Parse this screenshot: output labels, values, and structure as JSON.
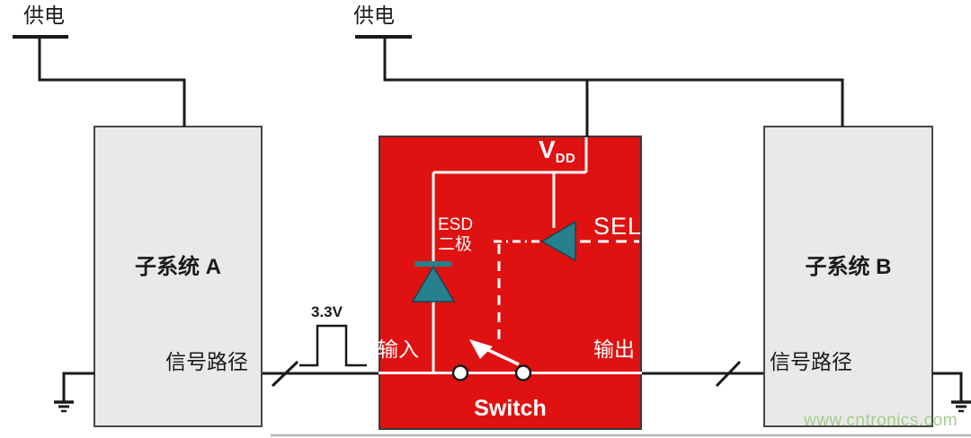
{
  "diagram": {
    "title_hint": "ESD protected analog switch between two subsystems",
    "power_left": {
      "label": "供电"
    },
    "power_mid": {
      "label": "供电"
    },
    "subsystem_a": {
      "label": "子系统 A",
      "signal_path_label": "信号路径"
    },
    "subsystem_b": {
      "label": "子系统 B",
      "signal_path_label": "信号路径"
    },
    "switch_block": {
      "vdd_main": "V",
      "vdd_sub": "DD",
      "sel_label": "SEL",
      "esd_label_line1": "ESD",
      "esd_label_line2": "二极",
      "input_label": "输入",
      "output_label": "输出",
      "switch_label": "Switch"
    },
    "pulse": {
      "label": "3.3V"
    },
    "watermark": "www.cntronics.com",
    "colors": {
      "block_red": "#df1111",
      "diode_teal": "#27808e",
      "box_gray": "#e9e9e9",
      "wire_black": "#1a1a1a",
      "wire_white": "#ffffff",
      "watermark_green": "#a6cc8e"
    }
  }
}
